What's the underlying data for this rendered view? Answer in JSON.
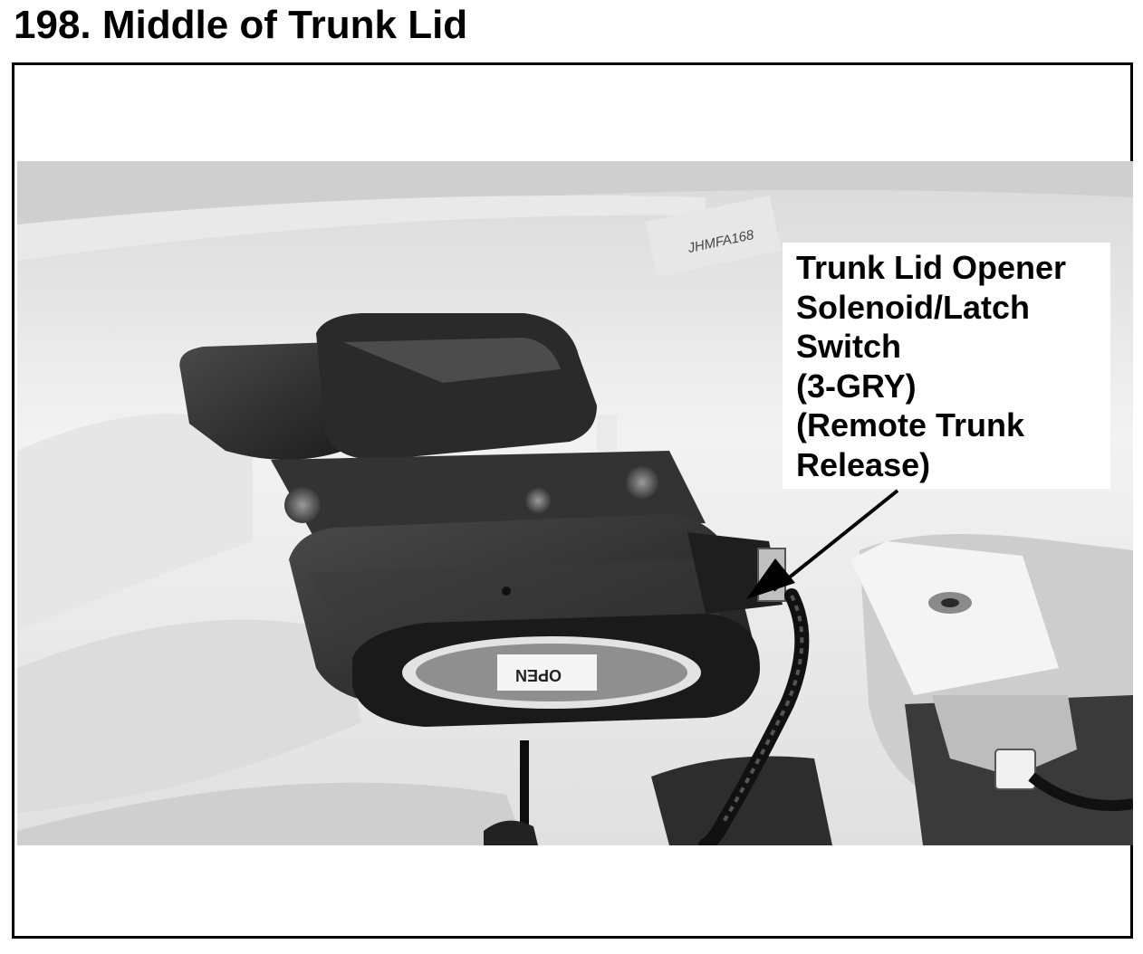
{
  "page": {
    "title": "198. Middle of Trunk Lid"
  },
  "figure": {
    "callout": {
      "lines": [
        "Trunk Lid Opener",
        "Solenoid/Latch",
        "Switch",
        "(3-GRY)",
        "(Remote Trunk",
        "Release)"
      ]
    },
    "photo_labels": {
      "sticker_code": "JHMFA168",
      "release_lever_text": "OPEN"
    }
  }
}
